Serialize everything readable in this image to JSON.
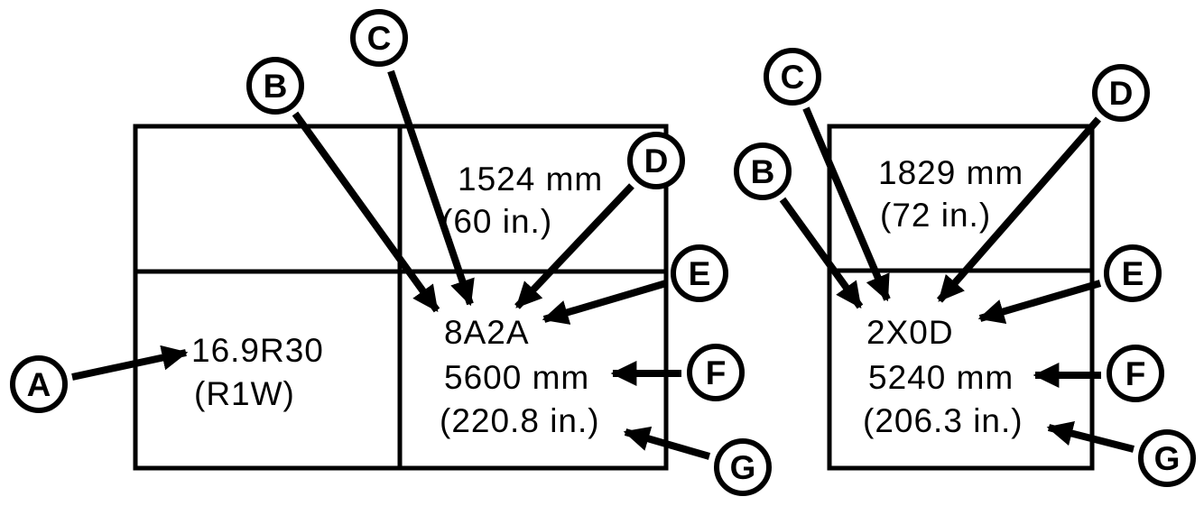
{
  "figure": {
    "background": "#ffffff",
    "line_color": "#000000"
  },
  "callouts": {
    "a": "A",
    "b": "B",
    "c": "C",
    "d": "D",
    "e": "E",
    "f": "F",
    "g": "G"
  },
  "left_diagram": {
    "tire_size": "16.9R30",
    "tire_type": "(R1W)",
    "width_mm": "1524 mm",
    "width_in": "(60 in.)",
    "code": "8A2A",
    "circumference_mm": "5600 mm",
    "circumference_in": "(220.8 in.)"
  },
  "right_diagram": {
    "width_mm": "1829 mm",
    "width_in": "(72 in.)",
    "code": "2X0D",
    "circumference_mm": "5240 mm",
    "circumference_in": "(206.3 in.)"
  }
}
